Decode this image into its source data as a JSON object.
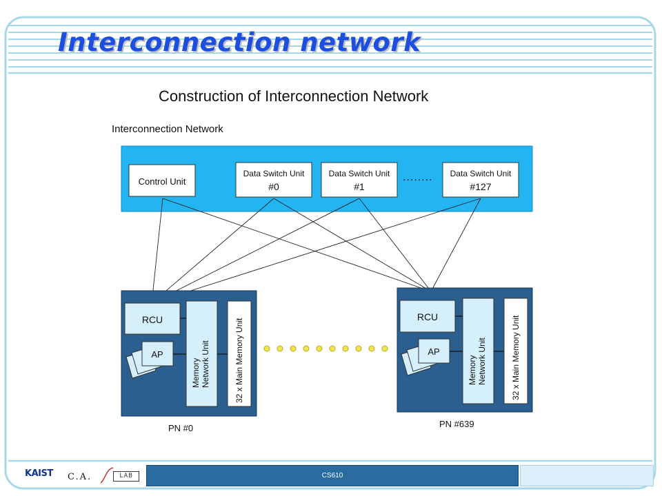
{
  "slide": {
    "title": "Interconnection network",
    "course_label": "CS610"
  },
  "logos": {
    "kaist": "KAIST",
    "ca": "C.A.",
    "lab": "LAB"
  },
  "diagram": {
    "title": "Construction of Interconnection Network",
    "network_label": "Interconnection Network",
    "control_unit": "Control Unit",
    "switches": [
      {
        "name": "Data Switch Unit",
        "id": "#0"
      },
      {
        "name": "Data Switch Unit",
        "id": "#1"
      },
      {
        "name": "Data Switch Unit",
        "id": "#127"
      }
    ],
    "ellipsis": "........",
    "nodes": [
      {
        "rcu": "RCU",
        "ap": "AP",
        "mnu_line1": "Memory",
        "mnu_line2": "Network Unit",
        "mem": "32 x Main Memory Unit",
        "label": "PN #0"
      },
      {
        "rcu": "RCU",
        "ap": "AP",
        "mnu_line1": "Memory",
        "mnu_line2": "Network Unit",
        "mem": "32 x Main Memory Unit",
        "label": "PN #639"
      }
    ]
  },
  "colors": {
    "title_blue": "#1c4fe0",
    "frame_teal": "#a7d8e8",
    "network_cyan": "#22b5f2",
    "node_navy": "#2a5f8f",
    "unit_fill": "#d5effb",
    "dot_yellow": "#f2e64e",
    "footer_blue": "#2a6ba0"
  }
}
